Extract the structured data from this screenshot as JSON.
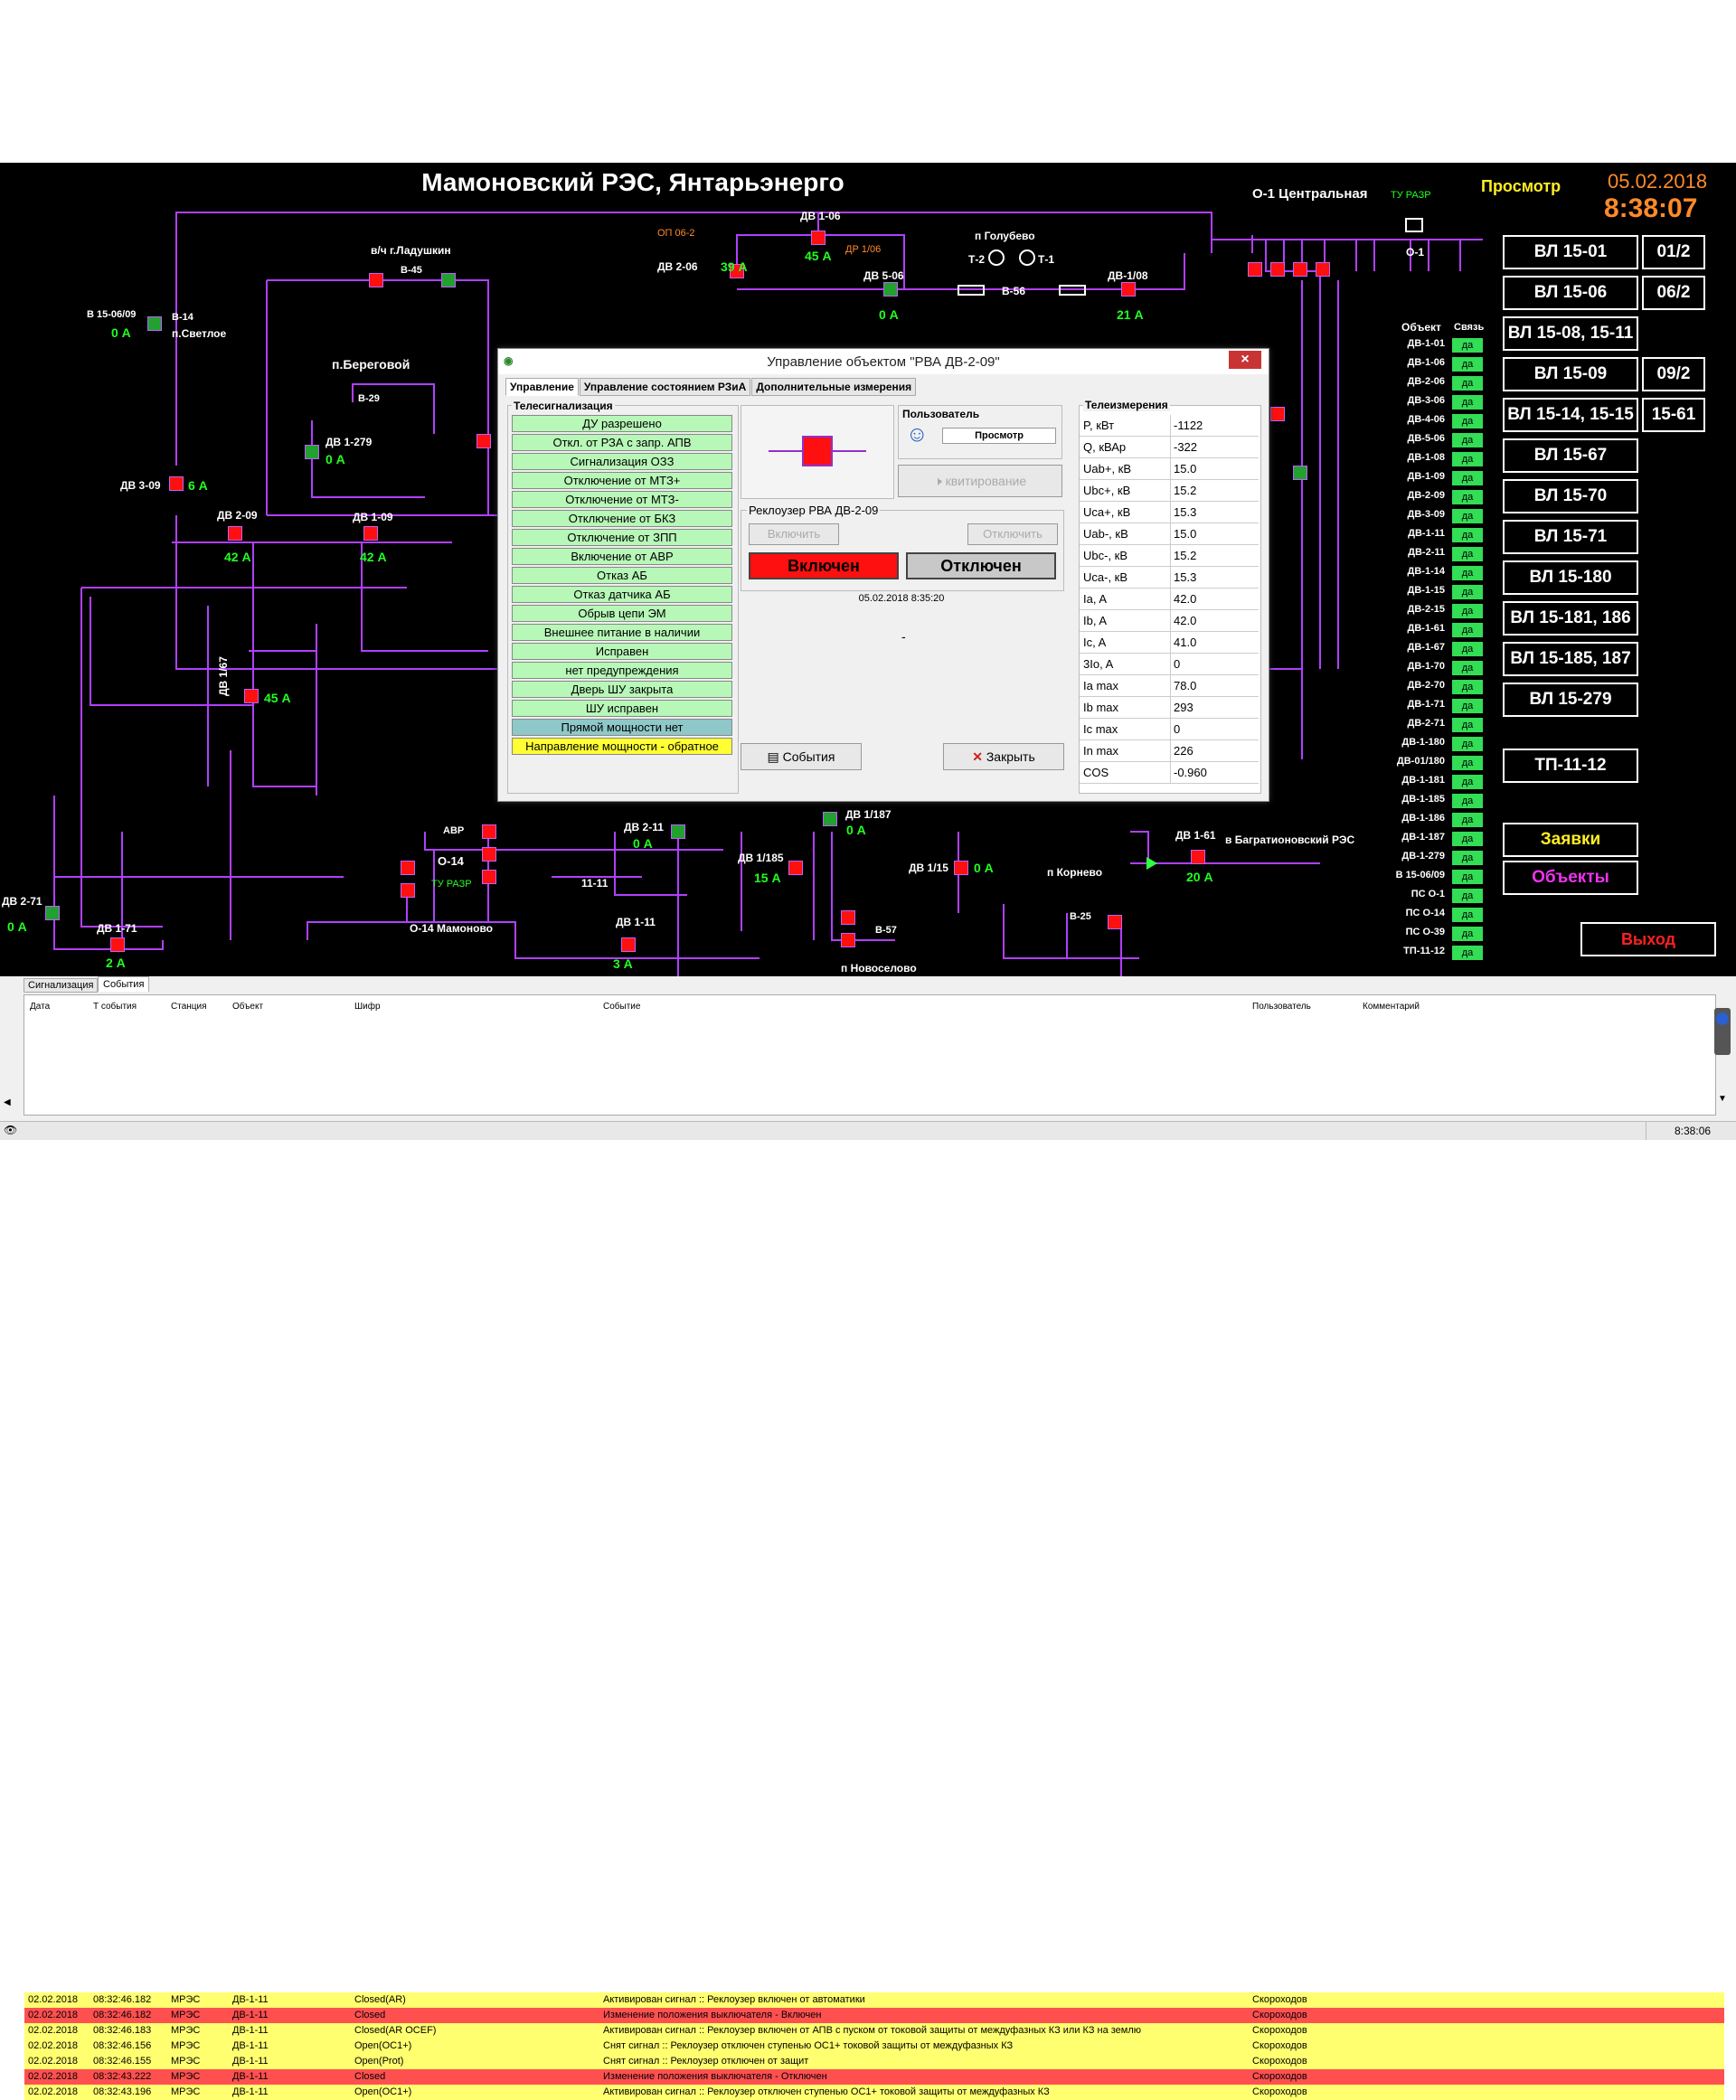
{
  "header": {
    "title": "Мамоновский РЭС, Янтарьэнерго",
    "mode": "Просмотр",
    "date": "05.02.2018",
    "time": "8:38:07"
  },
  "substation": {
    "name": "О-1 Центральная",
    "tu": "ТУ РАЗР",
    "bus_o1": "О-1"
  },
  "right_buttons": [
    "ВЛ 15-01",
    "ВЛ 15-06",
    "ВЛ 15-08, 15-11",
    "ВЛ 15-09",
    "ВЛ 15-14, 15-15",
    "ВЛ 15-67",
    "ВЛ 15-70",
    "ВЛ 15-71",
    "ВЛ 15-180",
    "ВЛ 15-181, 186",
    "ВЛ 15-185, 187",
    "ВЛ 15-279"
  ],
  "right_buttons2": [
    "01/2",
    "06/2",
    "",
    "09/2",
    "15-61"
  ],
  "tp_button": "ТП-11-12",
  "requests_button": "Заявки",
  "objects_button": "Объекты",
  "exit_button": "Выход",
  "objects_table": {
    "header_obj": "Объект",
    "header_conn": "Связь",
    "rows": [
      "ДВ-1-01",
      "ДВ-1-06",
      "ДВ-2-06",
      "ДВ-3-06",
      "ДВ-4-06",
      "ДВ-5-06",
      "ДВ-1-08",
      "ДВ-1-09",
      "ДВ-2-09",
      "ДВ-3-09",
      "ДВ-1-11",
      "ДВ-2-11",
      "ДВ-1-14",
      "ДВ-1-15",
      "ДВ-2-15",
      "ДВ-1-61",
      "ДВ-1-67",
      "ДВ-1-70",
      "ДВ-2-70",
      "ДВ-1-71",
      "ДВ-2-71",
      "ДВ-1-180",
      "ДВ-01/180",
      "ДВ-1-181",
      "ДВ-1-185",
      "ДВ-1-186",
      "ДВ-1-187",
      "ДВ-1-279",
      "В 15-06/09",
      "ПС О-1",
      "ПС О-14",
      "ПС О-39",
      "ТП-11-12"
    ],
    "conn": "да"
  },
  "scheme": {
    "labels": {
      "dv1_06": "ДВ 1-06",
      "dv1_06a": "45 А",
      "dv2_06": "ДВ 2-06",
      "dv2_06a": "39 А",
      "op06_2": "ОП 06-2",
      "dr1_06": "ДР 1/06",
      "dv5_06": "ДВ 5-06",
      "dv5_06a": "0 А",
      "golubevo": "п Голубево",
      "t2": "Т-2",
      "t1": "Т-1",
      "b56": "В-56",
      "dv1_08": "ДВ-1/08",
      "dv1_08a": "21 А",
      "ladushkin": "в/ч г.Ладушкин",
      "b45": "В-45",
      "b14": "В-14",
      "svetloe": "п.Светлое",
      "b1506": "В 15-06/09",
      "b1506a": "0 А",
      "beregovoy": "п.Береговой",
      "b29": "В-29",
      "dv1_279": "ДВ 1-279",
      "dv1_279a": "0 А",
      "dv3_09": "ДВ 3-09",
      "dv3_09a": "6 А",
      "dv2_09": "ДВ 2-09",
      "dv2_09a": "42 А",
      "dv1_09": "ДВ 1-09",
      "dv1_09a": "42 А",
      "dv1_67": "ДВ 1/67",
      "dv1_67a": "45 А",
      "dv2_71": "ДВ 2-71",
      "dv2_71a": "0 А",
      "dv1_71": "ДВ 1-71",
      "dv1_71a": "2 А",
      "o14": "О-14",
      "o14m": "О-14 Мамоново",
      "avr": "АВР",
      "tu2": "ТУ РАЗР",
      "dv2_11": "ДВ 2-11",
      "dv2_11a": "0 А",
      "dv1_11": "ДВ 1-11",
      "dv1_11a": "3 А",
      "dv1_187": "ДВ 1/187",
      "dv1_187a": "0 А",
      "dv1_185": "ДВ 1/185",
      "dv1_185a": "15 А",
      "b57": "В-57",
      "novoselovo": "п Новоселово",
      "dv1_15": "ДВ 1/15",
      "dv1_15a": "0 А",
      "korenevo": "п Корнево",
      "b25": "В-25",
      "dv1_61": "ДВ 1-61",
      "dv1_61a": "20 А",
      "bagration": "в Багратионовский РЭС",
      "o14_11": "11-11"
    }
  },
  "dialog": {
    "title": "Управление объектом \"РВА ДВ-2-09\"",
    "close": "×",
    "tabs": [
      "Управление",
      "Управление состоянием РЗиА",
      "Дополнительные измерения"
    ],
    "telesig_title": "Телесигнализация",
    "signals": [
      "ДУ разрешено",
      "Откл. от РЗА с запр. АПВ",
      "Сигнализация ОЗЗ",
      "Отключение от МТЗ+",
      "Отключение от МТЗ-",
      "Отключение от БКЗ",
      "Отключение от ЗПП",
      "Включение от АВР",
      "Отказ АБ",
      "Отказ датчика АБ",
      "Обрыв цепи ЭМ",
      "Внешнее питание в наличии",
      "Исправен",
      "нет предупреждения",
      "Дверь ШУ закрыта",
      "ШУ исправен",
      "Прямой мощности нет",
      "Направление мощности - обратное"
    ],
    "user_title": "Пользователь",
    "user_value": "Просмотр",
    "ack": "квитирование",
    "recloser_title": "Реклоузер РВА ДВ-2-09",
    "btn_on": "Включить",
    "btn_off": "Отключить",
    "state_on": "Включен",
    "state_off": "Отключен",
    "timestamp": "05.02.2018 8:35:20",
    "dash": "-",
    "events_btn": "События",
    "close_btn": "Закрыть",
    "telemeas_title": "Телеизмерения",
    "meas": [
      [
        "P, кВт",
        "-1122"
      ],
      [
        "Q, кВАр",
        "-322"
      ],
      [
        "Uab+, кВ",
        "15.0"
      ],
      [
        "Ubc+, кВ",
        "15.2"
      ],
      [
        "Uca+, кВ",
        "15.3"
      ],
      [
        "Uab-, кВ",
        "15.0"
      ],
      [
        "Ubc-, кВ",
        "15.2"
      ],
      [
        "Uca-, кВ",
        "15.3"
      ],
      [
        "Ia, A",
        "42.0"
      ],
      [
        "Ib, A",
        "42.0"
      ],
      [
        "Ic, A",
        "41.0"
      ],
      [
        "3Io, A",
        "0"
      ],
      [
        "Ia max",
        "78.0"
      ],
      [
        "Ib max",
        "293"
      ],
      [
        "Ic max",
        "0"
      ],
      [
        "In max",
        "226"
      ],
      [
        "COS",
        "-0.960"
      ]
    ]
  },
  "bottom": {
    "tabs": [
      "Сигнализация",
      "События"
    ],
    "columns": [
      "Дата",
      "Т события",
      "Станция",
      "Объект",
      "Шифр",
      "Событие",
      "Пользователь",
      "Комментарий"
    ],
    "rows": [
      [
        "02.02.2018",
        "08:32:46.182",
        "МРЭС",
        "ДВ-1-11",
        "Closed(AR)",
        "Активирован сигнал :: Реклоузер включен от автоматики",
        "Скороходов",
        "#ffff70"
      ],
      [
        "02.02.2018",
        "08:32:46.182",
        "МРЭС",
        "ДВ-1-11",
        "Closed",
        "Изменение положения выключателя - Включен",
        "Скороходов",
        "#ff5050"
      ],
      [
        "02.02.2018",
        "08:32:46.183",
        "МРЭС",
        "ДВ-1-11",
        "Closed(AR OCEF)",
        "Активирован сигнал :: Реклоузер включен от АПВ с пуском от токовой защиты от междуфазных КЗ или КЗ на землю",
        "Скороходов",
        "#ffff70"
      ],
      [
        "02.02.2018",
        "08:32:46.156",
        "МРЭС",
        "ДВ-1-11",
        "Open(OC1+)",
        "Снят сигнал :: Реклоузер отключен ступенью ОС1+ токовой защиты от междуфазных КЗ",
        "Скороходов",
        "#ffff70"
      ],
      [
        "02.02.2018",
        "08:32:46.155",
        "МРЭС",
        "ДВ-1-11",
        "Open(Prot)",
        "Снят сигнал :: Реклоузер отключен от защит",
        "Скороходов",
        "#ffff70"
      ],
      [
        "02.02.2018",
        "08:32:43.222",
        "МРЭС",
        "ДВ-1-11",
        "Closed",
        "Изменение положения выключателя - Отключен",
        "Скороходов",
        "#ff5050"
      ],
      [
        "02.02.2018",
        "08:32:43.196",
        "МРЭС",
        "ДВ-1-11",
        "Open(OC1+)",
        "Активирован сигнал :: Реклоузер отключен ступенью ОС1+ токовой защиты от междуфазных КЗ",
        "Скороходов",
        "#ffff70"
      ]
    ],
    "status_time": "8:38:06"
  }
}
